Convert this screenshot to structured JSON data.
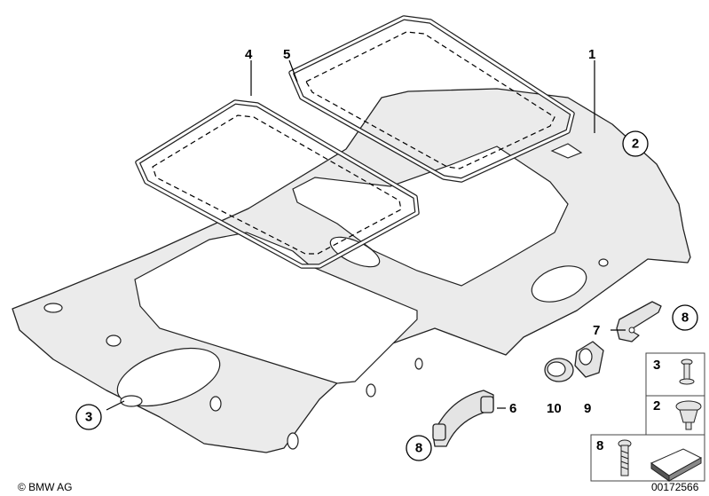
{
  "callouts": {
    "c1": "1",
    "c2": "2",
    "c3": "3",
    "c4": "4",
    "c5": "5",
    "c6": "6",
    "c7": "7",
    "c8a": "8",
    "c8b": "8",
    "c9": "9",
    "c10": "10"
  },
  "legend": {
    "item3": "3",
    "item2": "2",
    "item8": "8"
  },
  "footer": {
    "copyright": "© BMW AG",
    "diagram_number": "00172566"
  }
}
